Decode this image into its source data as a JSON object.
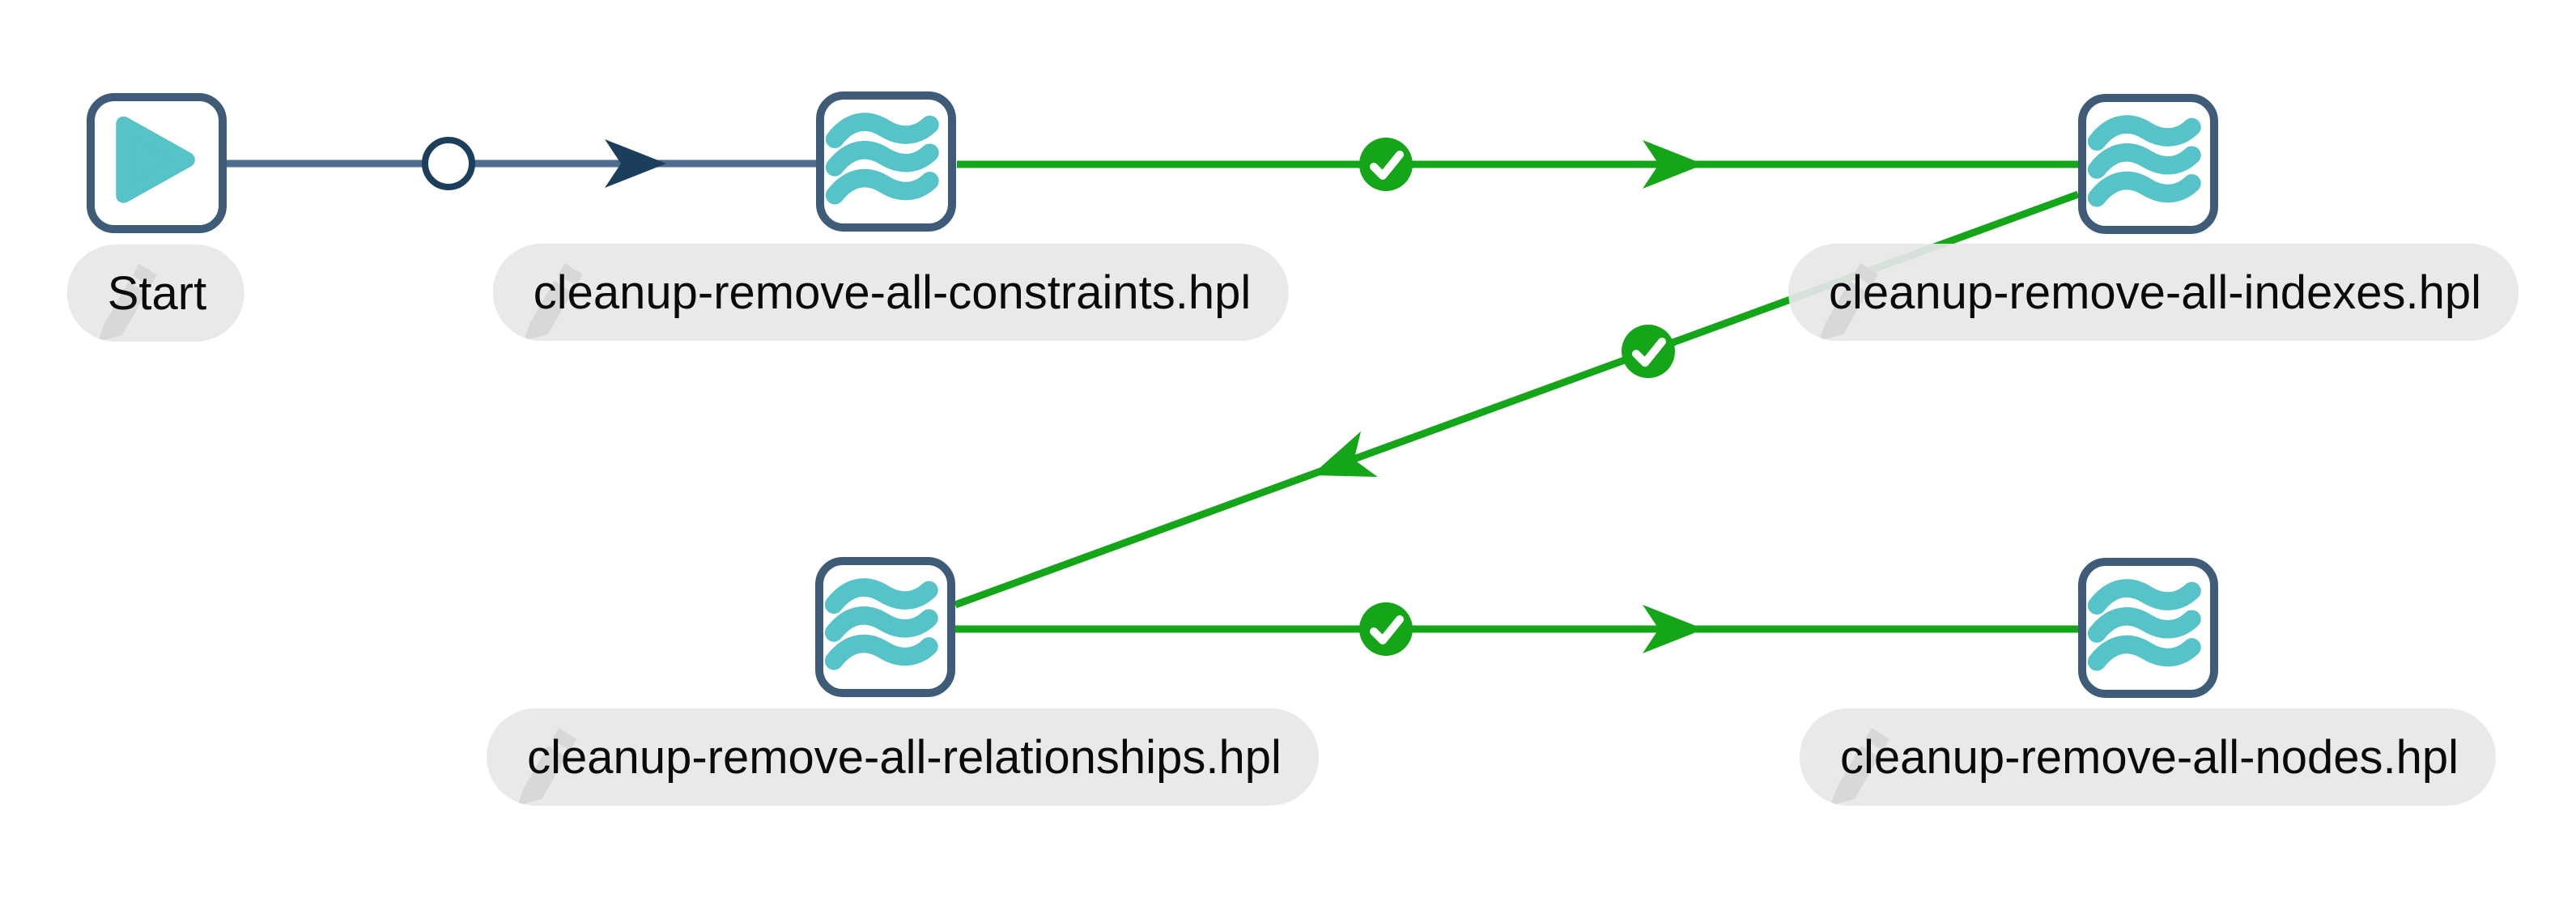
{
  "app": {
    "view": "workflow-editor-canvas"
  },
  "colors": {
    "hop_line": "#4d6d90",
    "hop_arrow": "#1c3e5d",
    "node_border": "#3e5c78",
    "node_icon_teal": "#55c3c8",
    "success_green": "#14a519",
    "label_pill_bg": "#e7e7e7",
    "label_text": "#0a0a0a",
    "pencil_ghost": "#d8d8d8",
    "canvas_bg": "#ffffff"
  },
  "workflow": {
    "actions": [
      {
        "id": "start",
        "label": "Start",
        "icon": "play-icon"
      },
      {
        "id": "constraints",
        "label": "cleanup-remove-all-constraints.hpl",
        "icon": "pipeline-waves-icon"
      },
      {
        "id": "indexes",
        "label": "cleanup-remove-all-indexes.hpl",
        "icon": "pipeline-waves-icon"
      },
      {
        "id": "relationships",
        "label": "cleanup-remove-all-relationships.hpl",
        "icon": "pipeline-waves-icon"
      },
      {
        "id": "nodes",
        "label": "cleanup-remove-all-nodes.hpl",
        "icon": "pipeline-waves-icon"
      }
    ],
    "hops": [
      {
        "from": "Start",
        "to": "cleanup-remove-all-constraints.hpl",
        "marker": "open-circle"
      },
      {
        "from": "cleanup-remove-all-constraints.hpl",
        "to": "cleanup-remove-all-indexes.hpl",
        "marker": "success-check"
      },
      {
        "from": "cleanup-remove-all-indexes.hpl",
        "to": "cleanup-remove-all-relationships.hpl",
        "marker": "success-check"
      },
      {
        "from": "cleanup-remove-all-relationships.hpl",
        "to": "cleanup-remove-all-nodes.hpl",
        "marker": "success-check"
      }
    ]
  }
}
